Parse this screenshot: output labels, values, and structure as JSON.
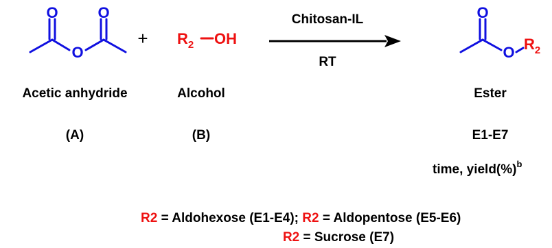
{
  "reactant_a": {
    "name": "Acetic anhydride",
    "tag": "(A)",
    "atom_o": "O"
  },
  "plus": "+",
  "reactant_b": {
    "r_prefix": "R",
    "r_sub": "2",
    "oh": "OH",
    "name": "Alcohol",
    "tag": "(B)"
  },
  "arrow": {
    "above": "Chitosan-IL",
    "below": "RT"
  },
  "product": {
    "atom_o": "O",
    "r_prefix": "R",
    "r_sub": "2",
    "name": "Ester",
    "tag": "E1-E7",
    "note_main": "time, yield(%)",
    "note_sup": "b"
  },
  "footer": {
    "line1": [
      {
        "text": "R2",
        "color": "red"
      },
      {
        "text": " = Aldohexose (E1-E4); ",
        "color": "black"
      },
      {
        "text": "R2",
        "color": "red"
      },
      {
        "text": " = Aldopentose (E5-E6)",
        "color": "black"
      }
    ],
    "line2": [
      {
        "text": "R2",
        "color": "red"
      },
      {
        "text": " = Sucrose (E7)",
        "color": "black"
      }
    ]
  },
  "colors": {
    "structure": "#1010e0",
    "substituent": "#ee1111",
    "text": "#000000"
  }
}
